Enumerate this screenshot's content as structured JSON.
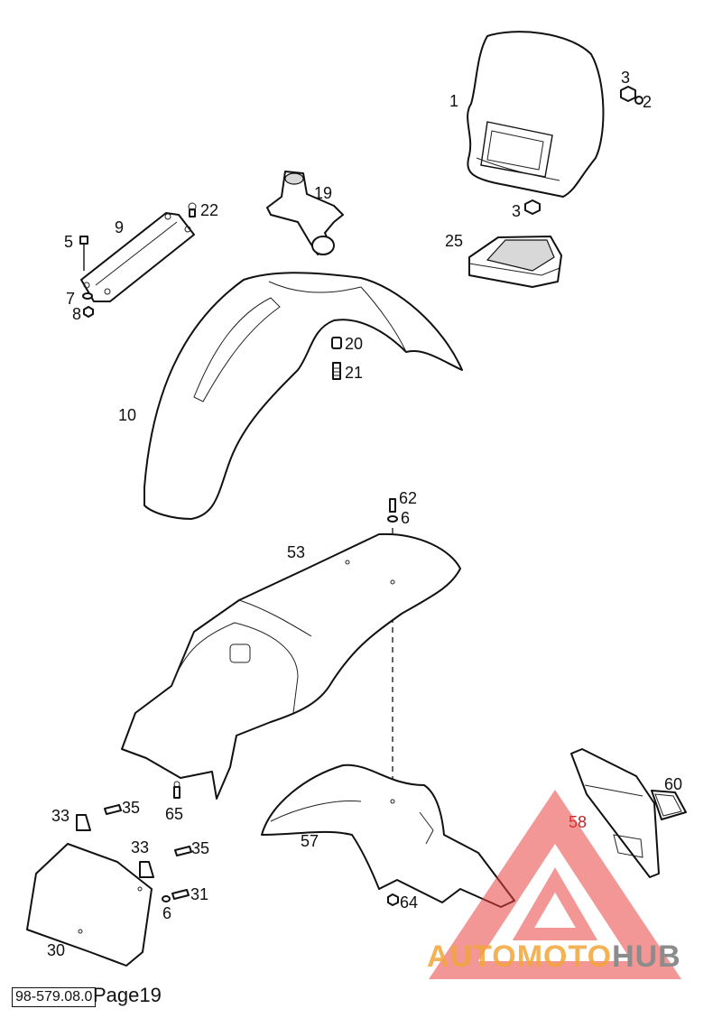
{
  "diagram": {
    "callouts": {
      "c1": "1",
      "c3a": "3",
      "c2": "2",
      "c3b": "3",
      "c25": "25",
      "c19": "19",
      "c22": "22",
      "c9": "9",
      "c5": "5",
      "c7": "7",
      "c8": "8",
      "c20": "20",
      "c21": "21",
      "c10": "10",
      "c62": "62",
      "c6a": "6",
      "c53": "53",
      "c60": "60",
      "c58": "58",
      "c57": "57",
      "c64": "64",
      "c65": "65",
      "c33a": "33",
      "c35a": "35",
      "c33b": "33",
      "c35b": "35",
      "c31": "31",
      "c6b": "6",
      "c30": "30"
    }
  },
  "footer": {
    "doc_code": "98-579.08.0",
    "page_label": "Page19"
  },
  "watermark": {
    "brand_part1": "AUTOMOTO",
    "brand_part2": "HUB",
    "color_red": "#e8423f",
    "color_orange": "#f3a53a",
    "color_grey": "#8c8c8c"
  }
}
